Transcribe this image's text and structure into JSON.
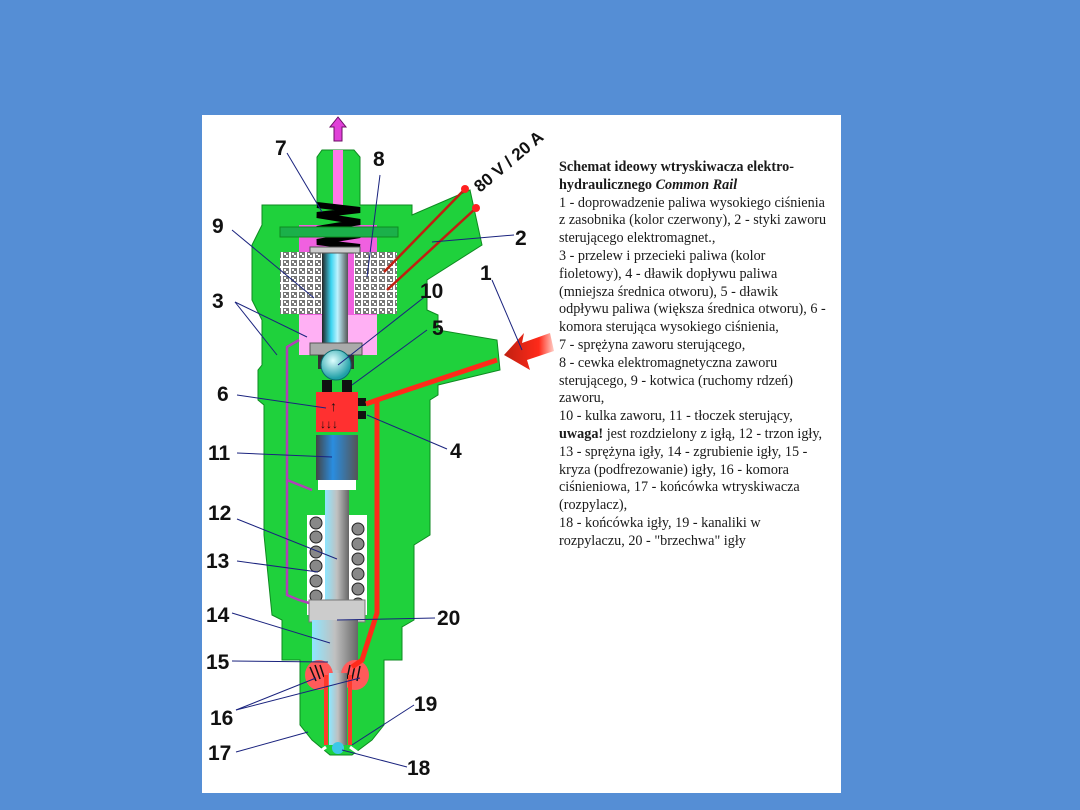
{
  "slide": {
    "background_color": "#558ed5",
    "card_color": "#ffffff"
  },
  "diagram": {
    "title": "Schemat ideowy wtryskiwacza elektro-hydraulicznego Common Rail",
    "voltage_label": "80 V / 20 A",
    "colors": {
      "body": "#1fd13c",
      "high_pressure": "#ff2a1a",
      "return_flow": "#e040d8",
      "armature": "#3cc8e8",
      "control_chamber": "#ff3030"
    },
    "labels": {
      "l1": "1",
      "l2": "2",
      "l3": "3",
      "l4": "4",
      "l5": "5",
      "l6": "6",
      "l7": "7",
      "l8": "8",
      "l9": "9",
      "l10": "10",
      "l11": "11",
      "l12": "12",
      "l13": "13",
      "l14": "14",
      "l15": "15",
      "l16": "16",
      "l17": "17",
      "l18": "18",
      "l19": "19",
      "l20": "20"
    }
  },
  "legend": {
    "title_bold": "Schemat ideowy wtryskiwacza elektro-hydraulicznego ",
    "title_italic": "Common Rail",
    "lines": [
      "1 - doprowadzenie paliwa wysokiego ciśnienia z zasobnika (kolor czerwony), 2 - styki zaworu sterującego elektromagnet.,",
      "3 - przelew i przecieki paliwa (kolor fioletowy), 4 - dławik dopływu paliwa (mniejsza średnica otworu), 5 - dławik odpływu paliwa (większa średnica otworu), 6 - komora sterująca wysokiego ciśnienia,",
      "7 - sprężyna zaworu sterującego,",
      "8 - cewka elektromagnetyczna zaworu sterującego, 9 - kotwica (ruchomy rdzeń) zaworu,"
    ],
    "line_10_before": "10 - kulka zaworu, 11 - tłoczek sterujący, ",
    "line_10_warning": "uwaga!",
    "line_10_after": " jest rozdzielony z igłą, 12 - trzon igły, 13 - sprężyna igły, 14 - zgrubienie igły, 15 - kryza (podfrezowanie) igły, 16 - komora ciśnieniowa, 17 - końcówka wtryskiwacza (rozpylacz),",
    "line_last": "18 - końcówka igły, 19 - kanaliki w rozpylaczu, 20 - \"brzechwa\" igły"
  }
}
